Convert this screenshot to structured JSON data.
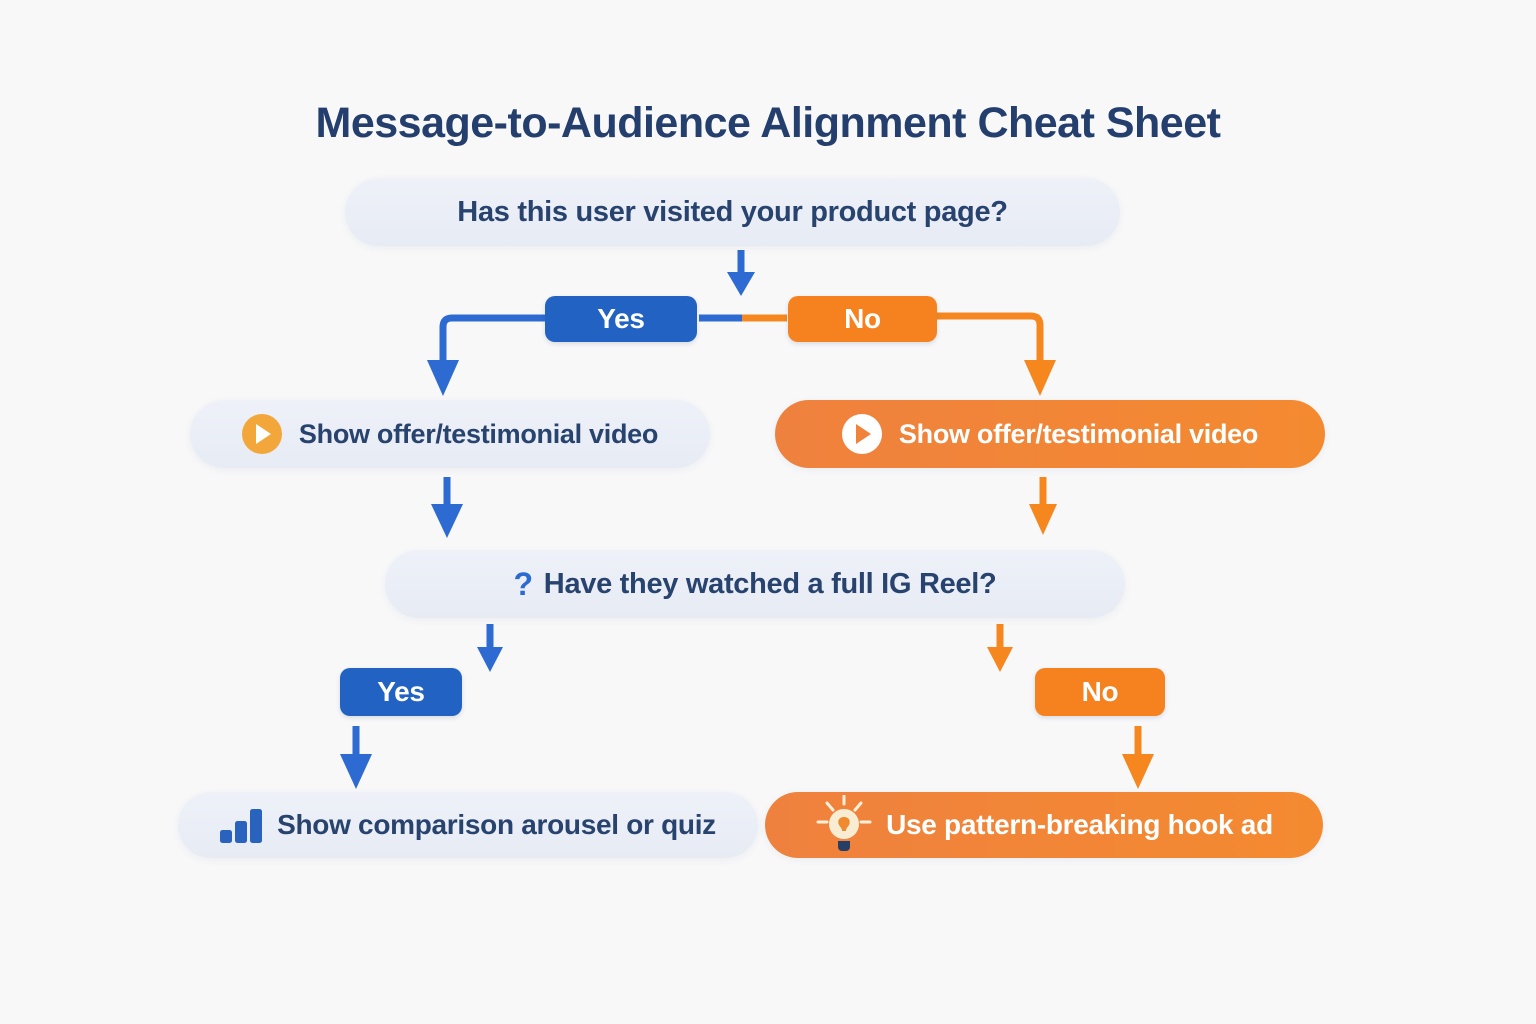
{
  "title": "Message-to-Audience Alignment Cheat Sheet",
  "colors": {
    "navy_text": "#243f6d",
    "blue_accent": "#2262c2",
    "blue_arrow": "#2d6bd2",
    "orange_accent": "#f6821f",
    "orange_pill": "#f1823a",
    "light_pill_bg": "#e9ecf4",
    "play_icon_amber": "#f3a73a",
    "background": "#f8f8f9"
  },
  "flowchart": {
    "question1": "Has this user visited your product page?",
    "branch1": {
      "yes_label": "Yes",
      "no_label": "No"
    },
    "yes1_result": "Show offer/testimonial video",
    "no1_result": "Show offer/testimonial video",
    "question2_prefix": "?",
    "question2": "Have they watched a full IG Reel?",
    "branch2": {
      "yes_label": "Yes",
      "no_label": "No"
    },
    "yes2_result": "Show comparison arousel or quiz",
    "no2_result": "Use pattern-breaking hook ad"
  }
}
